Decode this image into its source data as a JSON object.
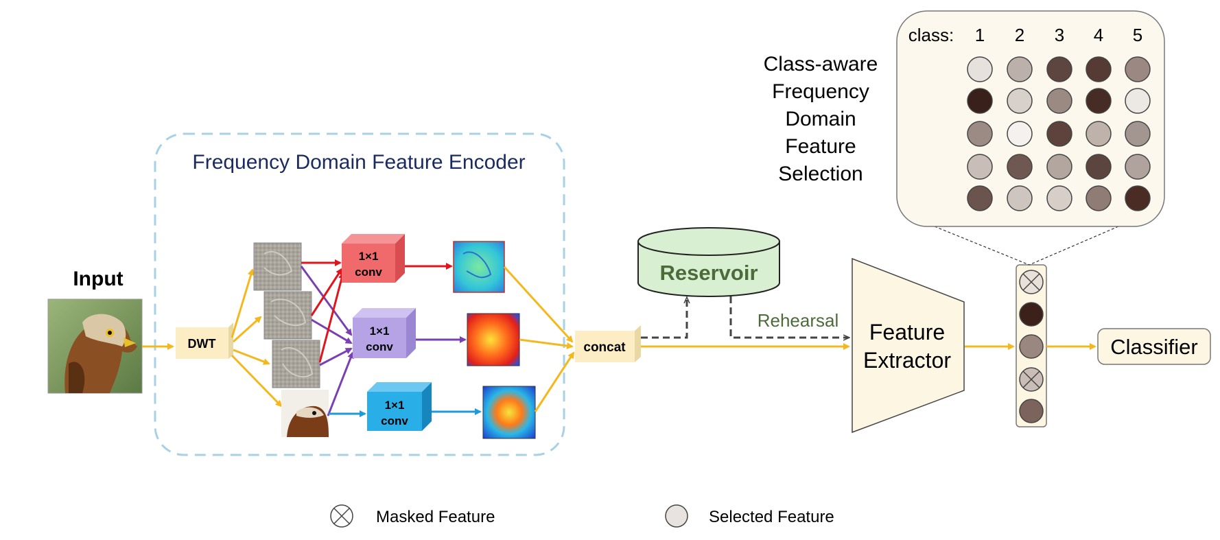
{
  "input": {
    "label": "Input"
  },
  "encoder": {
    "title": "Frequency Domain Feature Encoder",
    "dwt_label": "DWT",
    "conv_label_top": "1×1",
    "conv_label_bottom": "conv",
    "concat_label": "concat"
  },
  "reservoir": {
    "label": "Reservoir",
    "rehearsal_label": "Rehearsal"
  },
  "extractor": {
    "line1": "Feature",
    "line2": "Extractor"
  },
  "classifier": {
    "label": "Classifier"
  },
  "selection": {
    "title_lines": [
      "Class-aware",
      "Frequency",
      "Domain",
      "Feature",
      "Selection"
    ],
    "class_prefix": "class:",
    "classes": [
      "1",
      "2",
      "3",
      "4",
      "5"
    ],
    "matrix_colors": [
      [
        "#e6e1dd",
        "#bcb1aa",
        "#5c463f",
        "#553b34",
        "#9c8882"
      ],
      [
        "#3a201a",
        "#d8d0ca",
        "#9a8a82",
        "#472c26",
        "#ece8e4"
      ],
      [
        "#9c8b84",
        "#f4f1ee",
        "#5e433c",
        "#beb2ab",
        "#a39690"
      ],
      [
        "#c8bdb7",
        "#6f5851",
        "#b3a69f",
        "#5d453f",
        "#b0a39d"
      ],
      [
        "#6b544d",
        "#cfc5bf",
        "#d7cec8",
        "#8f7c75",
        "#4a2c25"
      ]
    ]
  },
  "feature_vector": [
    {
      "state": "masked",
      "color": "#e8e1da"
    },
    {
      "state": "selected",
      "color": "#3b2119"
    },
    {
      "state": "selected",
      "color": "#9a8780"
    },
    {
      "state": "masked",
      "color": "#c9bdb6"
    },
    {
      "state": "selected",
      "color": "#7c645d"
    }
  ],
  "legend": {
    "masked": "Masked Feature",
    "selected": "Selected Feature"
  },
  "colors": {
    "arrow_yellow": "#f5b81c",
    "arrow_red": "#e0141c",
    "arrow_purple": "#7a3fb0",
    "arrow_blue": "#1f9ad8",
    "conv_red": "#f06a6c",
    "conv_purple": "#b6a3e6",
    "conv_blue": "#2aaee8",
    "dwt_fill": "#fdedc4",
    "encoder_border": "#a9d1e6",
    "reservoir_fill": "#d9efd2",
    "panel_fill": "#fdf8ee"
  }
}
